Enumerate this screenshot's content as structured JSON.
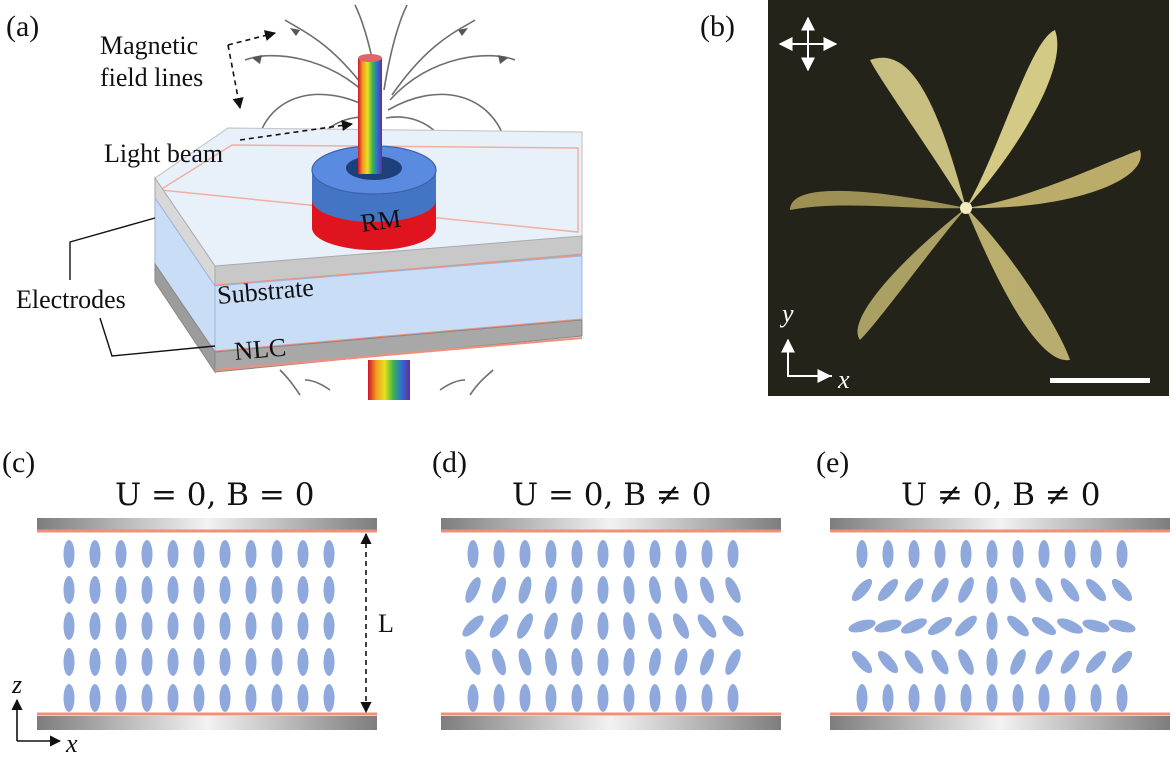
{
  "panel_a": {
    "label": "(a)",
    "field_lines_label_1": "Magnetic",
    "field_lines_label_2": "field lines",
    "light_beam_label": "Light beam",
    "electrodes_label": "Electrodes",
    "substrate_label": "Substrate",
    "nlc_label": "NLC",
    "rm_label": "RM"
  },
  "panel_b": {
    "label": "(b)",
    "axis_x": "x",
    "axis_y": "y"
  },
  "panel_c": {
    "label": "(c)",
    "condition": "U = 0, B = 0",
    "thickness_label": "L",
    "axis_x": "x",
    "axis_z": "z"
  },
  "panel_d": {
    "label": "(d)",
    "condition": "U = 0, B ≠ 0"
  },
  "panel_e": {
    "label": "(e)",
    "condition": "U ≠ 0, B ≠ 0"
  },
  "colors": {
    "molecule": "#8fa9dc",
    "electrode_line": "#f0907a",
    "substrate": "#9a9a9a",
    "rm_top": "#3f6fbf",
    "rm_bottom": "#e0141e",
    "nlc_layer": "#c9ddf6"
  }
}
